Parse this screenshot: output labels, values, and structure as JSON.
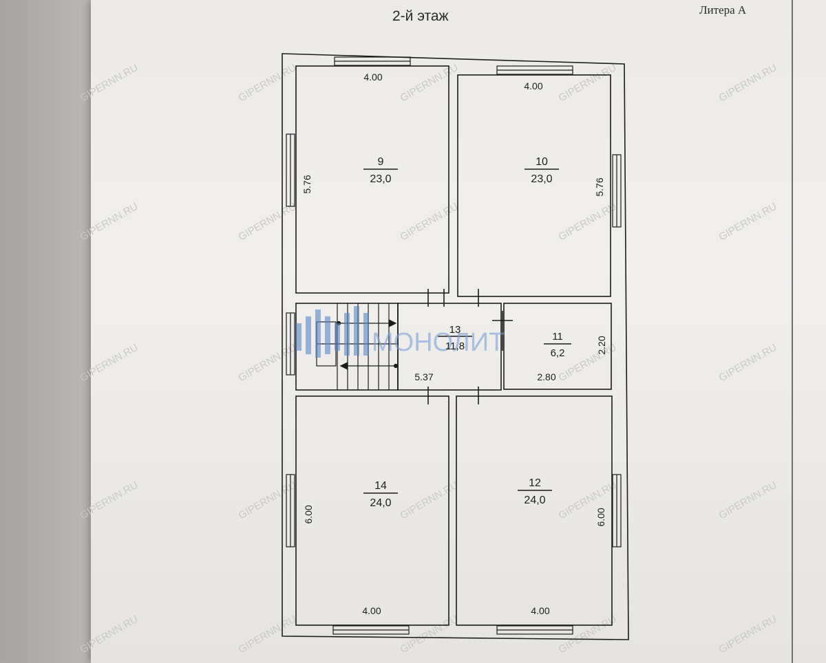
{
  "header": {
    "floor_title": "2-й этаж",
    "litera": "Литера А"
  },
  "rooms": [
    {
      "id": "room-9",
      "number": "9",
      "area": "23,0"
    },
    {
      "id": "room-10",
      "number": "10",
      "area": "23,0"
    },
    {
      "id": "room-13",
      "number": "13",
      "area": "11,8"
    },
    {
      "id": "room-11",
      "number": "11",
      "area": "6,2"
    },
    {
      "id": "room-14",
      "number": "14",
      "area": "24,0"
    },
    {
      "id": "room-12",
      "number": "12",
      "area": "24,0"
    }
  ],
  "dimensions": {
    "room9_width": "4.00",
    "room9_length": "5.76",
    "room10_width": "4.00",
    "room10_length": "5.76",
    "corridor_length": "5.37",
    "room11_width": "2.80",
    "room11_length": "2.20",
    "room14_width": "4.00",
    "room14_length": "6.00",
    "room12_width": "4.00",
    "room12_length": "6.00"
  },
  "watermark": {
    "site": "GIPERNN.RU",
    "logo": "МОНОЛИТ"
  },
  "colors": {
    "ink": "#1c1c1c",
    "paper": "#eceae7",
    "logo_blue": "#5b88c8"
  }
}
